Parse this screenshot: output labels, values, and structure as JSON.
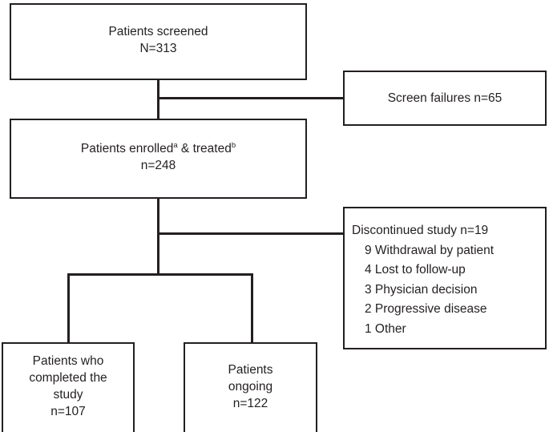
{
  "diagram": {
    "type": "patient-flow-consort",
    "stroke_color": "#231f20",
    "background_color": "#ffffff",
    "nodes": {
      "screened": {
        "line1": "Patients screened",
        "line2": "N=313"
      },
      "screen_failures": {
        "line1": "Screen failures n=65"
      },
      "enrolled": {
        "line1_prefix": "Patients enrolled",
        "line1_sup_a": "a",
        "line1_mid": " & treated",
        "line1_sup_b": "b",
        "line2": "n=248"
      },
      "discontinued": {
        "header": "Discontinued study n=19",
        "reasons": [
          "9 Withdrawal by patient",
          "4 Lost to follow-up",
          "3 Physician decision",
          "2 Progressive disease",
          "1 Other"
        ]
      },
      "completed": {
        "line1": "Patients who",
        "line2": "completed the",
        "line3": "study",
        "line4": "n=107"
      },
      "ongoing": {
        "line1": "Patients",
        "line2": "ongoing",
        "line3": "n=122"
      }
    }
  },
  "chart_data": {
    "type": "diagram",
    "title": "Patient disposition flow diagram",
    "nodes": [
      {
        "id": "screened",
        "label": "Patients screened",
        "count_label": "N",
        "value": 313
      },
      {
        "id": "screen_failures",
        "label": "Screen failures",
        "count_label": "n",
        "value": 65
      },
      {
        "id": "enrolled",
        "label": "Patients enrolledᵃ & treatedᵇ",
        "count_label": "n",
        "value": 248
      },
      {
        "id": "discontinued",
        "label": "Discontinued study",
        "count_label": "n",
        "value": 19,
        "breakdown": [
          {
            "reason": "Withdrawal by patient",
            "value": 9
          },
          {
            "reason": "Lost to follow-up",
            "value": 4
          },
          {
            "reason": "Physician decision",
            "value": 3
          },
          {
            "reason": "Progressive disease",
            "value": 2
          },
          {
            "reason": "Other",
            "value": 1
          }
        ]
      },
      {
        "id": "completed",
        "label": "Patients who completed the study",
        "count_label": "n",
        "value": 107
      },
      {
        "id": "ongoing",
        "label": "Patients ongoing",
        "count_label": "n",
        "value": 122
      }
    ],
    "edges": [
      {
        "from": "screened",
        "to": "screen_failures"
      },
      {
        "from": "screened",
        "to": "enrolled"
      },
      {
        "from": "enrolled",
        "to": "discontinued"
      },
      {
        "from": "enrolled",
        "to": "completed"
      },
      {
        "from": "enrolled",
        "to": "ongoing"
      }
    ]
  }
}
